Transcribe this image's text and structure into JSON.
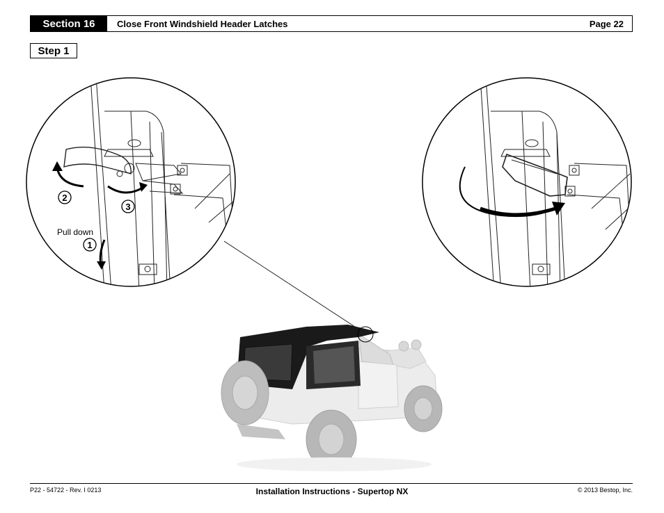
{
  "header": {
    "section": "Section 16",
    "title": "Close Front Windshield Header Latches",
    "page": "Page 22"
  },
  "step": "Step 1",
  "callouts": {
    "pull_down": "Pull down",
    "n1": "1",
    "n2": "2",
    "n3": "3"
  },
  "footer": {
    "left": "P22 - 54722 - Rev. I 0213",
    "center": "Installation Instructions - Supertop NX",
    "right": "© 2013 Bestop, Inc."
  }
}
